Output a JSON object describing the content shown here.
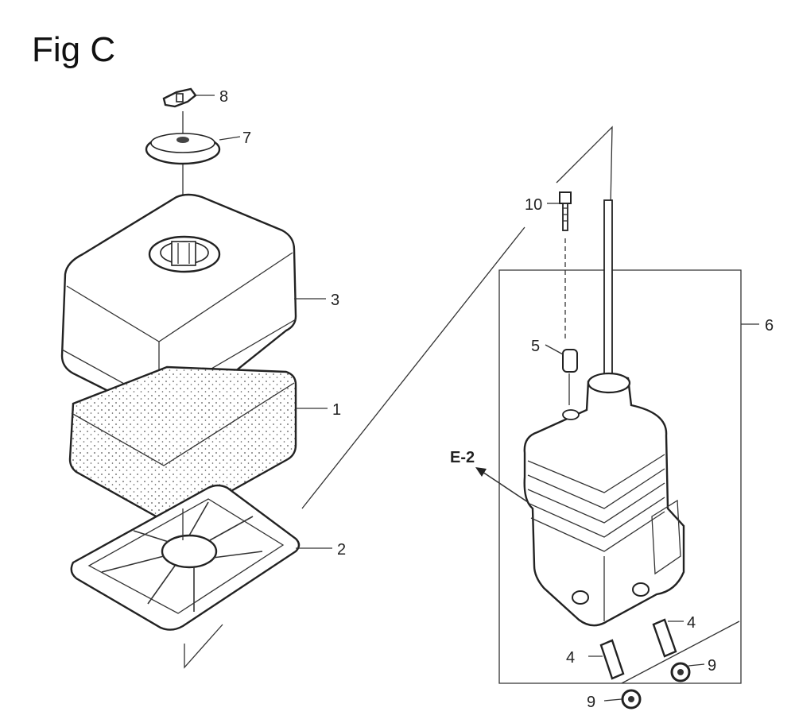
{
  "figure": {
    "title": "Fig C"
  },
  "callouts": {
    "c1": "1",
    "c2": "2",
    "c3": "3",
    "c4a": "4",
    "c4b": "4",
    "c5": "5",
    "c6": "6",
    "c7": "7",
    "c8": "8",
    "c9a": "9",
    "c9b": "9",
    "c10": "10"
  },
  "reference": {
    "e2": "E-2"
  }
}
